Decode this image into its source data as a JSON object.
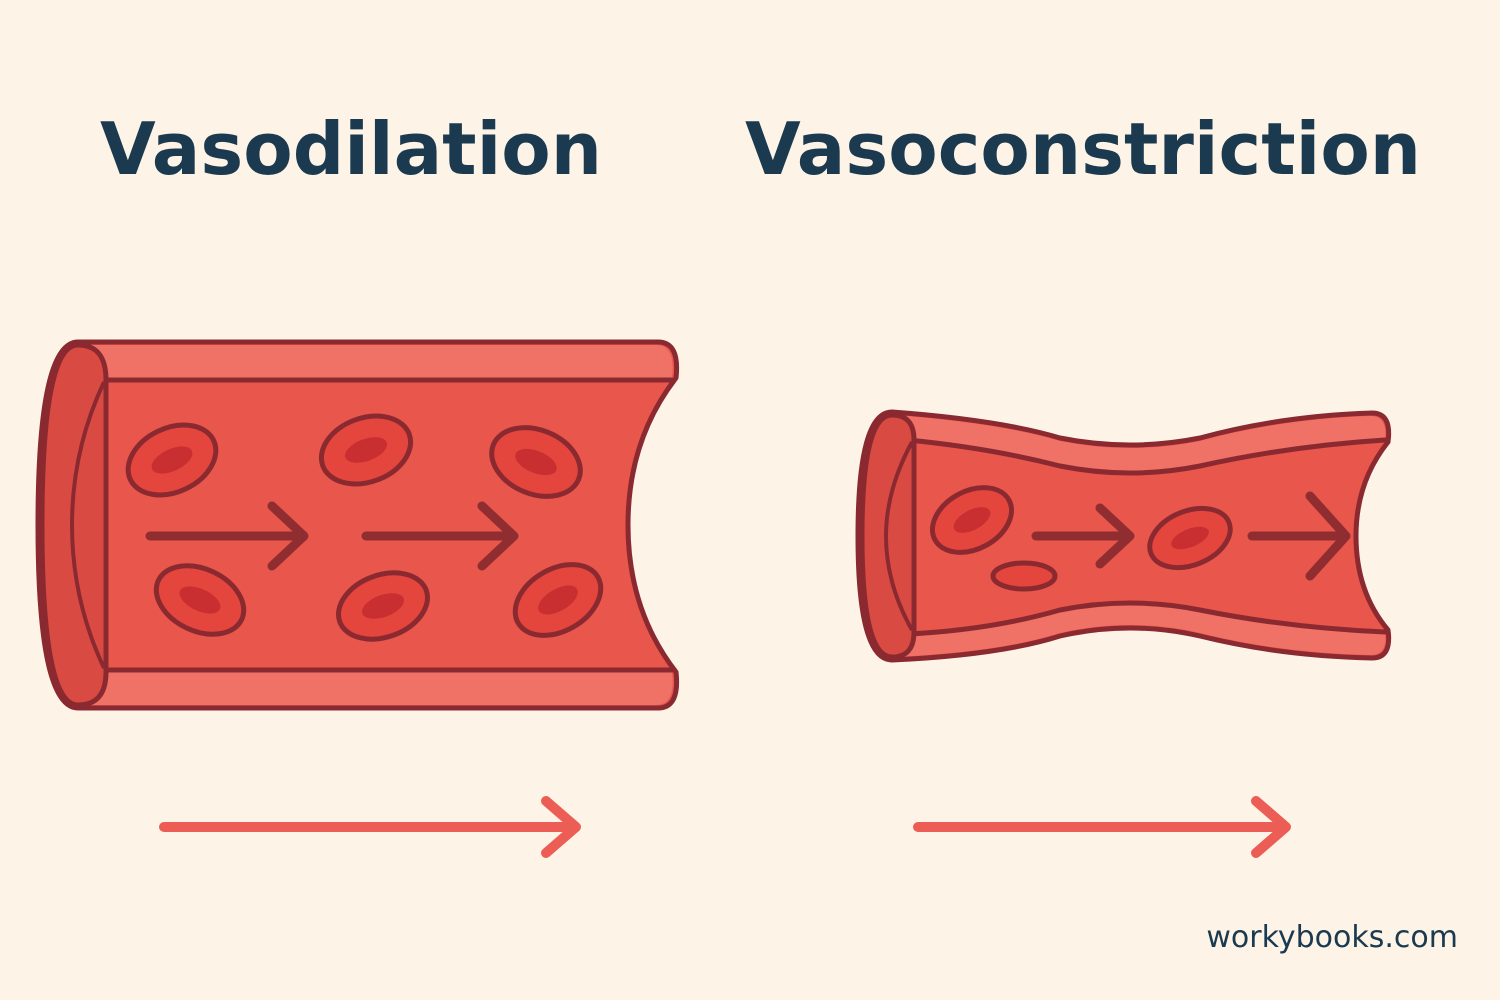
{
  "titles": {
    "left": "Vasodilation",
    "right": "Vasoconstriction"
  },
  "watermark": "workybooks.com",
  "colors": {
    "background": "#fdf4e7",
    "title_text": "#1b3a4f",
    "vessel_fill": "#e8564c",
    "vessel_lumen": "#e55a4f",
    "vessel_wall": "#f06b5f",
    "vessel_outline": "#8a2a30",
    "cell_fill": "#e4453d",
    "cell_center": "#c92f30",
    "flow_arrow": "#8f2d31",
    "direction_arrow": "#ec5d55"
  },
  "icons": [
    "dilated-blood-vessel",
    "constricted-blood-vessel",
    "red-blood-cell-icon",
    "flow-arrow-icon",
    "direction-arrow-icon"
  ]
}
